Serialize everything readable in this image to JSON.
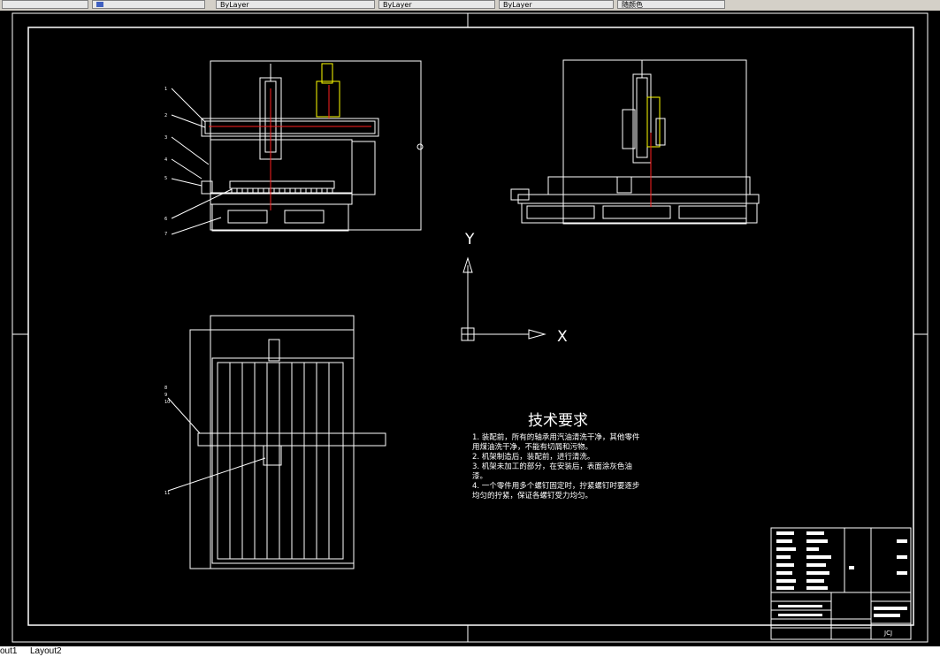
{
  "toolbar": {
    "cells": [
      "ByLayer",
      "ByLayer",
      "ByLayer",
      "随颜色"
    ]
  },
  "drawing": {
    "tech_title": "技术要求",
    "tech_lines": [
      "1.   装配前，所有的轴承用汽油清洗干净，其他零件",
      "用煤油洗干净，不能有切屑和污物。",
      "2.   机架制造后，装配前，进行清洗。",
      "3.   机架未加工的部分，在安装后，表面涂灰色油",
      "漆。",
      "4.   一个零件用多个螺钉固定时，拧紧螺钉时要逐步",
      "均匀的拧紧，保证各螺钉受力均匀。"
    ],
    "ucs": {
      "y_label": "Y",
      "x_label": "X"
    },
    "part_labels": [
      "1",
      "2",
      "3",
      "4",
      "5",
      "6",
      "7"
    ],
    "plan_labels": [
      "8",
      "9",
      "10",
      "11"
    ],
    "title_block_code": "JCJ"
  },
  "status": {
    "tabs": [
      "out1",
      "Layout2"
    ]
  },
  "colors": {
    "background": "#000000",
    "line": "#ffffff",
    "accent_red": "#ff2020",
    "accent_yellow": "#ffff00"
  }
}
